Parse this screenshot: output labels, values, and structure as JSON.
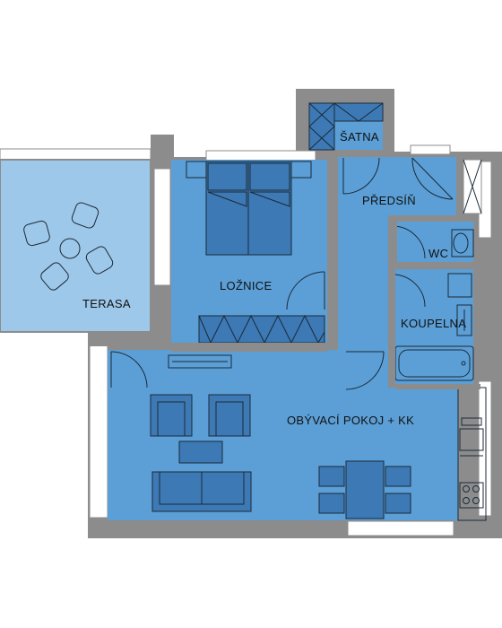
{
  "rooms": {
    "satna": "ŠATNA",
    "predsin": "PŘEDSÍŇ",
    "loznice": "LOŽNICE",
    "terasa": "TERASA",
    "wc": "WC",
    "koupelna": "KOUPELNA",
    "obyvaci": "OBÝVACÍ POKOJ + KK"
  },
  "colors": {
    "room_fill": "#5b9fd6",
    "room_dark": "#3c79b5",
    "terrace_fill": "#9ec8ea",
    "wall": "#8c8c8c",
    "line": "#1c2a38"
  }
}
